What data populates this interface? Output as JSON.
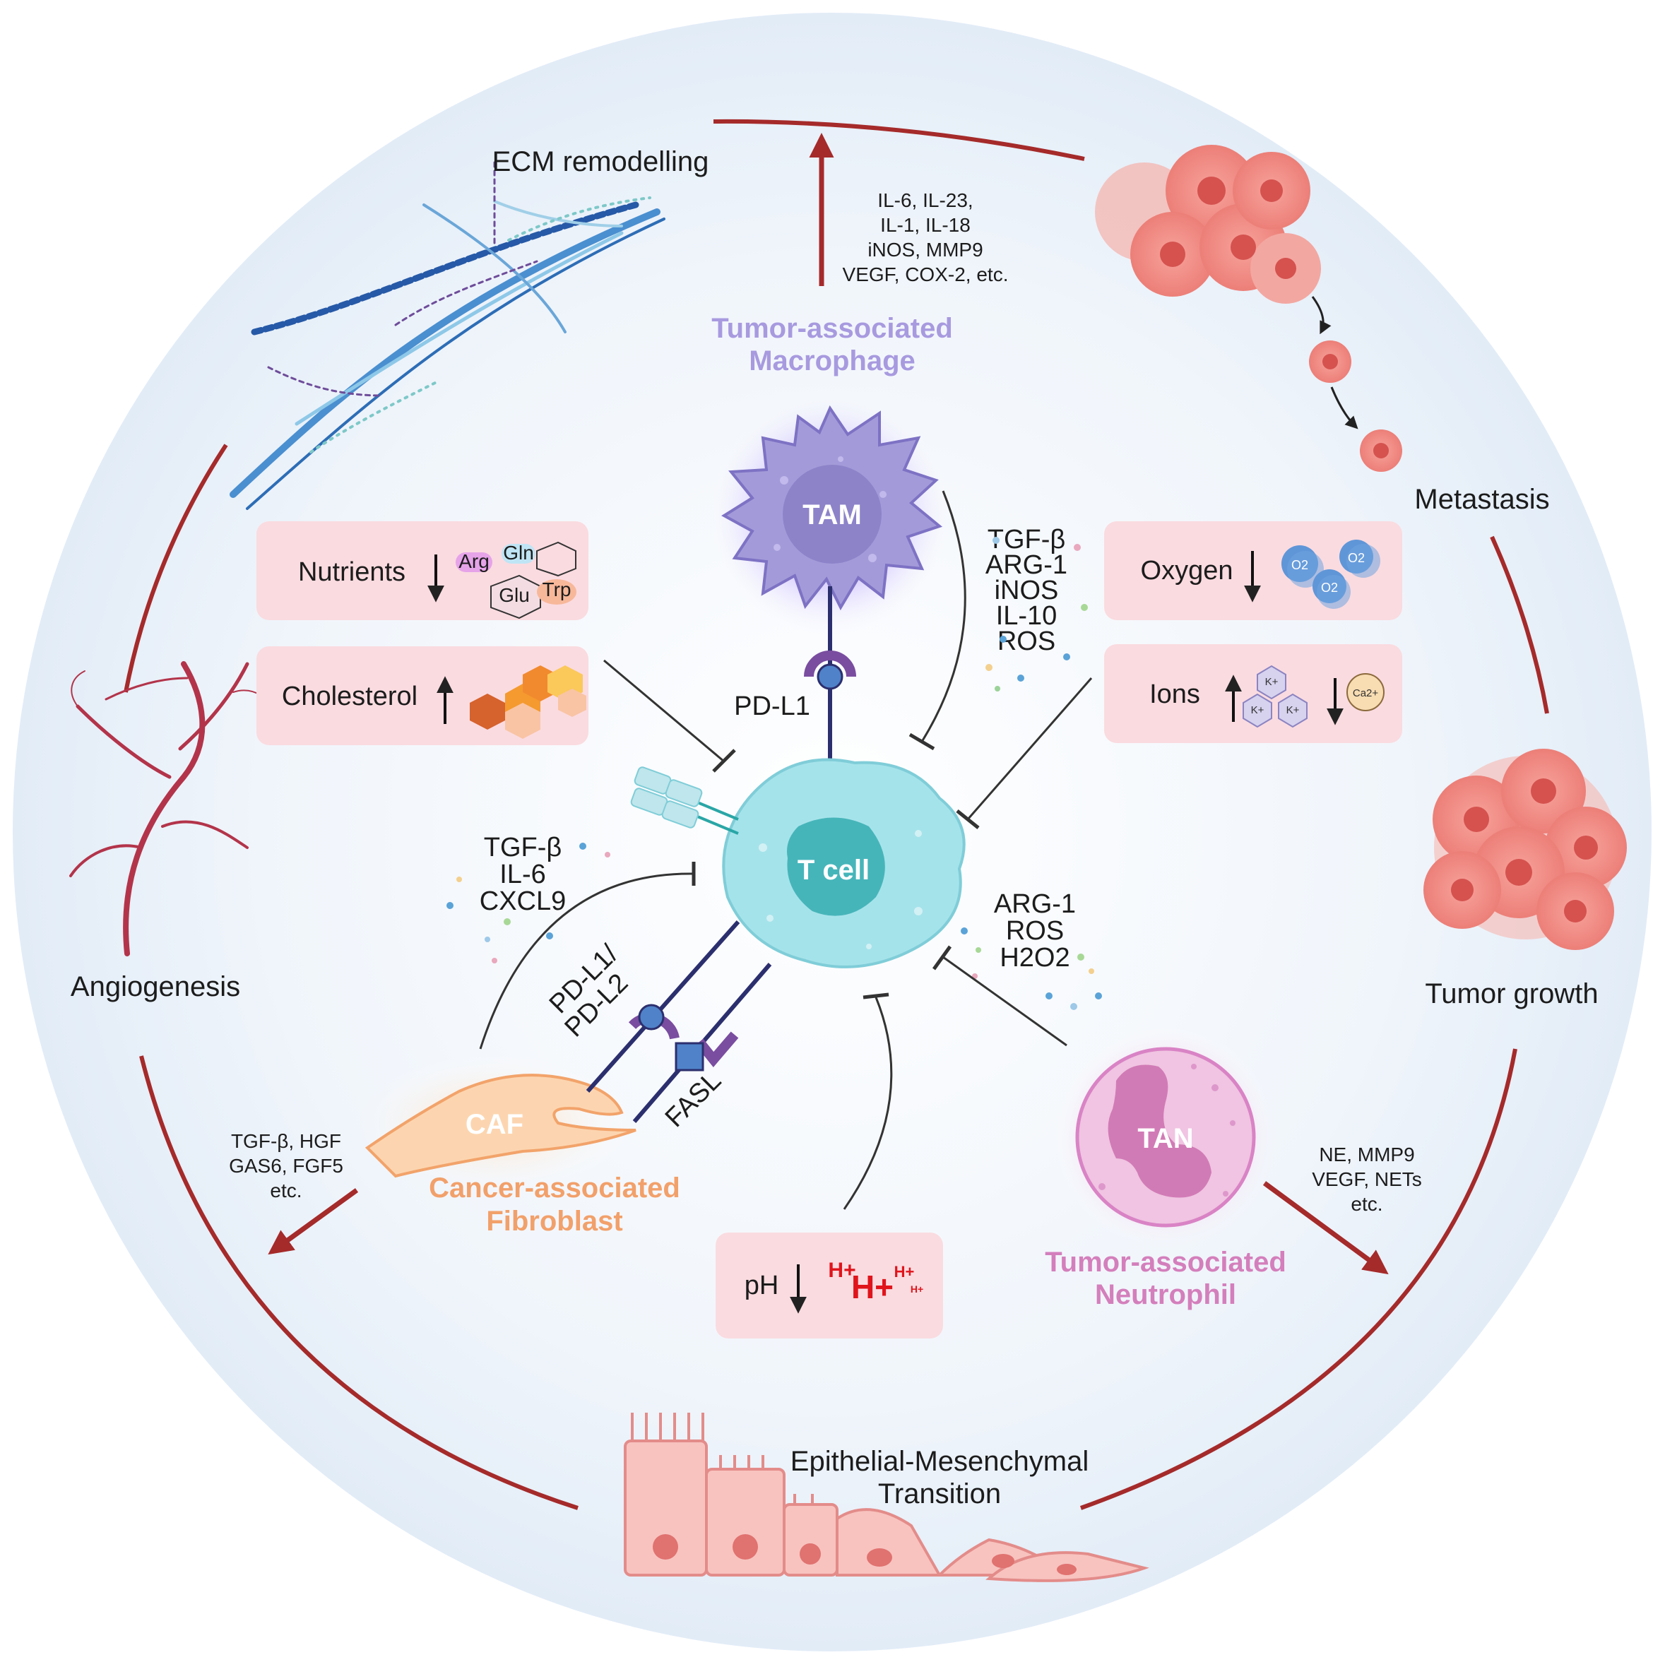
{
  "colors": {
    "arc": "#a52a2a",
    "inhibit_line": "#333333",
    "box_fill": "#fadbe0",
    "tam": "#9c8fe0",
    "caf": "#f5b98a",
    "tan": "#d983c5",
    "tcell": "#a5e3ea",
    "background": "#e9f1f9"
  },
  "outer_processes": {
    "ecm": "ECM remodelling",
    "metastasis": "Metastasis",
    "angiogenesis": "Angiogenesis",
    "tumor_growth": "Tumor growth",
    "emt_line1": "Epithelial-Mesenchymal",
    "emt_line2": "Transition"
  },
  "tam": {
    "label": "TAM",
    "title_line1": "Tumor-associated",
    "title_line2": "Macrophage",
    "pro_tumor_factors": [
      "IL-6, IL-23,",
      "IL-1, IL-18",
      "iNOS, MMP9",
      "VEGF, COX-2, etc."
    ],
    "suppressive_factors": [
      "TGF-β",
      "ARG-1",
      "iNOS",
      "IL-10",
      "ROS"
    ],
    "ligand": "PD-L1"
  },
  "tcell": {
    "label": "T cell"
  },
  "caf": {
    "label": "CAF",
    "title_line1": "Cancer-associated",
    "title_line2": "Fibroblast",
    "suppressive_factors": [
      "TGF-β",
      "IL-6",
      "CXCL9"
    ],
    "pro_tumor_factors": [
      "TGF-β, HGF",
      "GAS6, FGF5",
      "etc."
    ],
    "ligand_line1": "PD-L1/",
    "ligand_line2": "PD-L2",
    "fasl": "FASL"
  },
  "tan": {
    "label": "TAN",
    "title_line1": "Tumor-associated",
    "title_line2": "Neutrophil",
    "suppressive_factors": [
      "ARG-1",
      "ROS",
      "H2O2"
    ],
    "pro_tumor_factors": [
      "NE, MMP9",
      "VEGF, NETs",
      "etc."
    ]
  },
  "metabolic_boxes": {
    "nutrients": {
      "label": "Nutrients",
      "direction": "down",
      "tags": [
        "Arg",
        "Gln",
        "Glu",
        "Trp"
      ]
    },
    "cholesterol": {
      "label": "Cholesterol",
      "direction": "up"
    },
    "oxygen": {
      "label": "Oxygen",
      "direction": "down",
      "molecule": "O2"
    },
    "ions": {
      "label": "Ions",
      "up_ion": "K+",
      "down_ion": "Ca2+"
    },
    "ph": {
      "label": "pH",
      "direction": "down",
      "ion": "H+"
    }
  }
}
